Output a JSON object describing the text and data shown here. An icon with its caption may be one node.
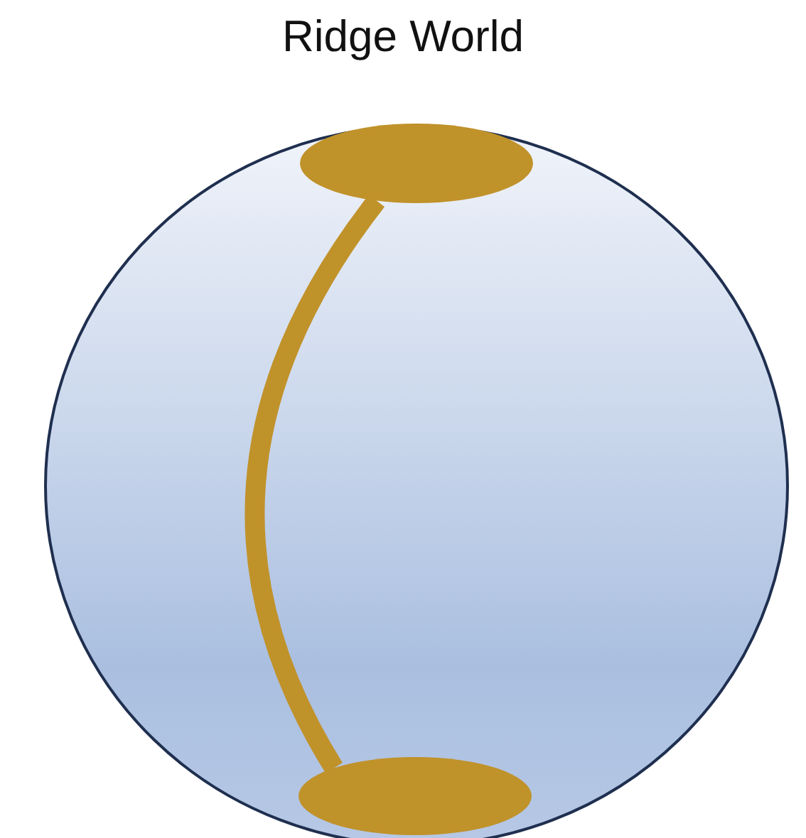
{
  "diagram": {
    "title": "Ridge World",
    "nodes": [
      {
        "text": [],
        "shape": "circle"
      },
      {
        "text": [],
        "shape": "ellipse",
        "in": 0
      },
      {
        "text": [],
        "shape": "ellipse",
        "in": 0
      }
    ],
    "edges": [
      {
        "from": 1,
        "to": 2,
        "arrow": "none",
        "color": "#c0922a"
      }
    ]
  }
}
